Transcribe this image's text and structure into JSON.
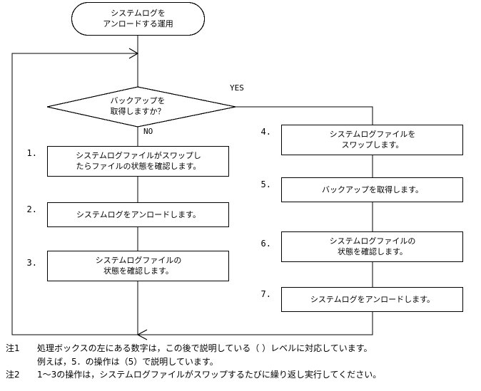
{
  "diagram": {
    "type": "flowchart",
    "start": {
      "shape": "terminator",
      "label": "システムログを\nアンロードする運用"
    },
    "decision": {
      "shape": "diamond",
      "label": "バックアップを\n取得しますか？",
      "yes_label": "YES",
      "no_label": "NO"
    },
    "left_branch": [
      {
        "num": "1.",
        "label": "システムログファイルがスワップし\nたらファイルの状態を確認します。"
      },
      {
        "num": "2.",
        "label": "システムログをアンロードします。"
      },
      {
        "num": "3.",
        "label": "システムログファイルの\n状態を確認します。"
      }
    ],
    "right_branch": [
      {
        "num": "4.",
        "label": "システムログファイルを\nスワップします。"
      },
      {
        "num": "5.",
        "label": "バックアップを取得します。"
      },
      {
        "num": "6.",
        "label": "システムログファイルの\n状態を確認します。"
      },
      {
        "num": "7.",
        "label": "システムログをアンロードします。"
      }
    ]
  },
  "notes": [
    {
      "tag": "注1",
      "text": "処理ボックスの左にある数字は，この後で説明している（ ）レベルに対応しています。",
      "sub": "例えば，5．の操作は（5）で説明しています。"
    },
    {
      "tag": "注2",
      "text": "1～3の操作は，システムログファイルがスワップするたびに繰り返し実行してください。",
      "sub": ""
    }
  ],
  "colors": {
    "line": "#000000",
    "background": "#ffffff",
    "text": "#000000"
  }
}
